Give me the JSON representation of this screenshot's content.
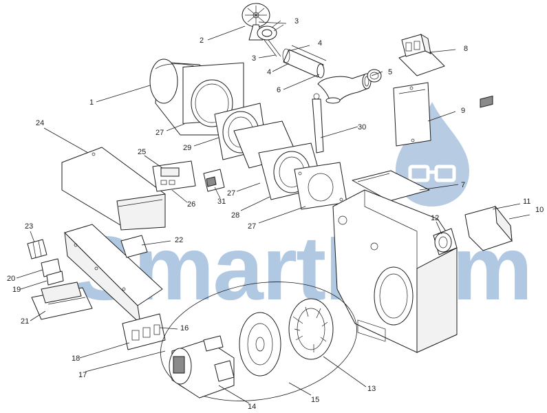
{
  "watermark": {
    "brand_text": "SmartFlam",
    "accent_color": "#6f9ac8",
    "logo_icon": "flame-drop-with-glasses-icon"
  },
  "callouts": [
    {
      "id": "1",
      "label": "1"
    },
    {
      "id": "2",
      "label": "2"
    },
    {
      "id": "3a",
      "label": "3"
    },
    {
      "id": "3b",
      "label": "3"
    },
    {
      "id": "4a",
      "label": "4"
    },
    {
      "id": "4b",
      "label": "4"
    },
    {
      "id": "5",
      "label": "5"
    },
    {
      "id": "6",
      "label": "6"
    },
    {
      "id": "7",
      "label": "7"
    },
    {
      "id": "8",
      "label": "8"
    },
    {
      "id": "9",
      "label": "9"
    },
    {
      "id": "10",
      "label": "10"
    },
    {
      "id": "11",
      "label": "11"
    },
    {
      "id": "12",
      "label": "12"
    },
    {
      "id": "13",
      "label": "13"
    },
    {
      "id": "14",
      "label": "14"
    },
    {
      "id": "15",
      "label": "15"
    },
    {
      "id": "16",
      "label": "16"
    },
    {
      "id": "17",
      "label": "17"
    },
    {
      "id": "18",
      "label": "18"
    },
    {
      "id": "19",
      "label": "19"
    },
    {
      "id": "20",
      "label": "20"
    },
    {
      "id": "21",
      "label": "21"
    },
    {
      "id": "22",
      "label": "22"
    },
    {
      "id": "23",
      "label": "23"
    },
    {
      "id": "24",
      "label": "24"
    },
    {
      "id": "25",
      "label": "25"
    },
    {
      "id": "26",
      "label": "26"
    },
    {
      "id": "27a",
      "label": "27"
    },
    {
      "id": "27b",
      "label": "27"
    },
    {
      "id": "27c",
      "label": "27"
    },
    {
      "id": "28",
      "label": "28"
    },
    {
      "id": "29",
      "label": "29"
    },
    {
      "id": "30",
      "label": "30"
    },
    {
      "id": "31",
      "label": "31"
    }
  ]
}
